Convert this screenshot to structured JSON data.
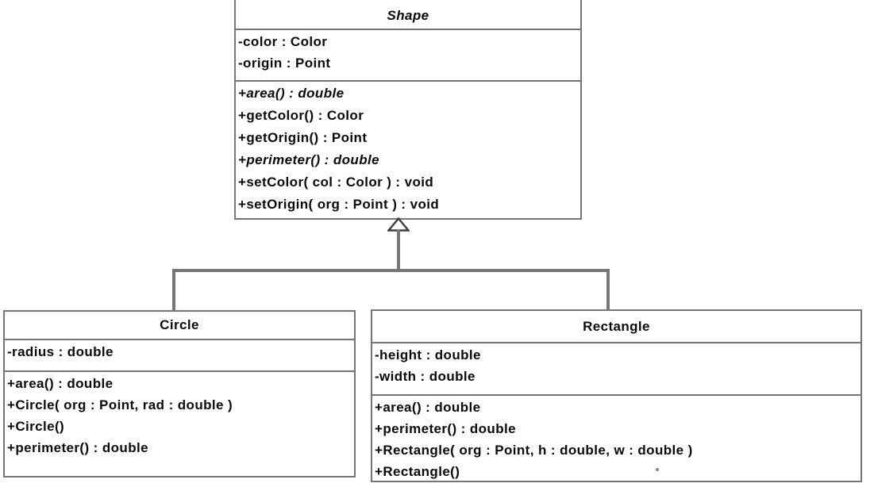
{
  "diagram": {
    "kind": "uml-class-diagram",
    "line_color": "#767676",
    "text_color": "#0a0a0a",
    "background_color": "#ffffff",
    "classes": [
      {
        "name": "Shape",
        "abstract": true,
        "attributes": [
          "-color : Color",
          "-origin : Point"
        ],
        "methods": [
          {
            "text": "+area() : double",
            "abstract": true
          },
          {
            "text": "+getColor() : Color",
            "abstract": false
          },
          {
            "text": "+getOrigin() : Point",
            "abstract": false
          },
          {
            "text": "+perimeter() : double",
            "abstract": true
          },
          {
            "text": "+setColor( col : Color ) : void",
            "abstract": false
          },
          {
            "text": "+setOrigin( org : Point ) : void",
            "abstract": false
          }
        ]
      },
      {
        "name": "Circle",
        "abstract": false,
        "attributes": [
          "-radius : double"
        ],
        "methods": [
          {
            "text": "+area() : double",
            "abstract": false
          },
          {
            "text": "+Circle( org : Point, rad : double )",
            "abstract": false
          },
          {
            "text": "+Circle()",
            "abstract": false
          },
          {
            "text": "+perimeter() : double",
            "abstract": false
          }
        ]
      },
      {
        "name": "Rectangle",
        "abstract": false,
        "attributes": [
          "-height : double",
          "-width : double"
        ],
        "methods": [
          {
            "text": "+area() : double",
            "abstract": false
          },
          {
            "text": "+perimeter() : double",
            "abstract": false
          },
          {
            "text": "+Rectangle( org : Point, h : double, w : double )",
            "abstract": false
          },
          {
            "text": "+Rectangle()",
            "abstract": false
          }
        ]
      }
    ],
    "relationships": [
      {
        "type": "generalization",
        "from": "Circle",
        "to": "Shape"
      },
      {
        "type": "generalization",
        "from": "Rectangle",
        "to": "Shape"
      }
    ]
  }
}
